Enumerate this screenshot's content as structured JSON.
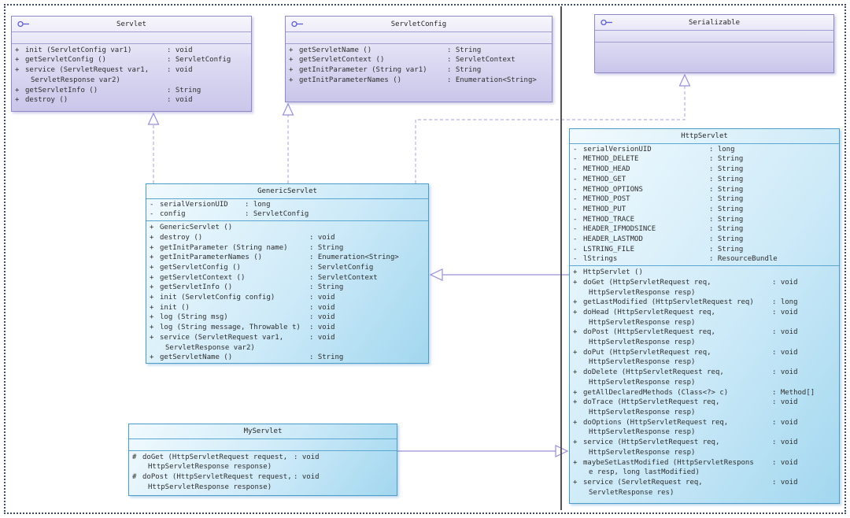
{
  "diagram": {
    "kind": "uml-class-diagram",
    "accent_colors": {
      "interface_border": "#8c89c6",
      "interface_fill": "#dedcf3",
      "class_border": "#4a9dcb",
      "class_fill": "#cdeaf8",
      "relation_line": "#988fd8",
      "frame_border": "#3c4a6e"
    },
    "classes": [
      {
        "id": "servlet",
        "stereotype": "interface",
        "name": "Servlet",
        "attributes": [],
        "methods": [
          {
            "v": "+",
            "s": [
              "init (ServletConfig var1)"
            ],
            "t": "void"
          },
          {
            "v": "+",
            "s": [
              "getServletConfig ()"
            ],
            "t": "ServletConfig"
          },
          {
            "v": "+",
            "s": [
              "service (ServletRequest var1,",
              "ServletResponse var2)"
            ],
            "t": "void"
          },
          {
            "v": "+",
            "s": [
              "getServletInfo ()"
            ],
            "t": "String"
          },
          {
            "v": "+",
            "s": [
              "destroy ()"
            ],
            "t": "void"
          }
        ]
      },
      {
        "id": "servletconfig",
        "stereotype": "interface",
        "name": "ServletConfig",
        "attributes": [],
        "methods": [
          {
            "v": "+",
            "s": [
              "getServletName ()"
            ],
            "t": "String"
          },
          {
            "v": "+",
            "s": [
              "getServletContext ()"
            ],
            "t": "ServletContext"
          },
          {
            "v": "+",
            "s": [
              "getInitParameter (String var1)"
            ],
            "t": "String"
          },
          {
            "v": "+",
            "s": [
              "getInitParameterNames ()"
            ],
            "t": "Enumeration<String>"
          }
        ]
      },
      {
        "id": "serializable",
        "stereotype": "interface",
        "name": "Serializable",
        "attributes": [],
        "methods": []
      },
      {
        "id": "genericservlet",
        "stereotype": "class",
        "name": "GenericServlet",
        "attributes": [
          {
            "v": "-",
            "s": [
              "serialVersionUID"
            ],
            "t": "long"
          },
          {
            "v": "-",
            "s": [
              "config"
            ],
            "t": "ServletConfig"
          }
        ],
        "methods": [
          {
            "v": "+",
            "s": [
              "GenericServlet ()"
            ],
            "t": ""
          },
          {
            "v": "+",
            "s": [
              "destroy ()"
            ],
            "t": "void"
          },
          {
            "v": "+",
            "s": [
              "getInitParameter (String name)"
            ],
            "t": "String"
          },
          {
            "v": "+",
            "s": [
              "getInitParameterNames ()"
            ],
            "t": "Enumeration<String>"
          },
          {
            "v": "+",
            "s": [
              "getServletConfig ()"
            ],
            "t": "ServletConfig"
          },
          {
            "v": "+",
            "s": [
              "getServletContext ()"
            ],
            "t": "ServletContext"
          },
          {
            "v": "+",
            "s": [
              "getServletInfo ()"
            ],
            "t": "String"
          },
          {
            "v": "+",
            "s": [
              "init (ServletConfig config)"
            ],
            "t": "void"
          },
          {
            "v": "+",
            "s": [
              "init ()"
            ],
            "t": "void"
          },
          {
            "v": "+",
            "s": [
              "log (String msg)"
            ],
            "t": "void"
          },
          {
            "v": "+",
            "s": [
              "log (String message, Throwable t)"
            ],
            "t": "void"
          },
          {
            "v": "+",
            "s": [
              "service (ServletRequest var1,",
              "ServletResponse var2)"
            ],
            "t": "void"
          },
          {
            "v": "+",
            "s": [
              "getServletName ()"
            ],
            "t": "String"
          }
        ]
      },
      {
        "id": "httpservlet",
        "stereotype": "class",
        "name": "HttpServlet",
        "attributes": [
          {
            "v": "-",
            "s": [
              "serialVersionUID"
            ],
            "t": "long"
          },
          {
            "v": "-",
            "s": [
              "METHOD_DELETE"
            ],
            "t": "String"
          },
          {
            "v": "-",
            "s": [
              "METHOD_HEAD"
            ],
            "t": "String"
          },
          {
            "v": "-",
            "s": [
              "METHOD_GET"
            ],
            "t": "String"
          },
          {
            "v": "-",
            "s": [
              "METHOD_OPTIONS"
            ],
            "t": "String"
          },
          {
            "v": "-",
            "s": [
              "METHOD_POST"
            ],
            "t": "String"
          },
          {
            "v": "-",
            "s": [
              "METHOD_PUT"
            ],
            "t": "String"
          },
          {
            "v": "-",
            "s": [
              "METHOD_TRACE"
            ],
            "t": "String"
          },
          {
            "v": "-",
            "s": [
              "HEADER_IFMODSINCE"
            ],
            "t": "String"
          },
          {
            "v": "-",
            "s": [
              "HEADER_LASTMOD"
            ],
            "t": "String"
          },
          {
            "v": "-",
            "s": [
              "LSTRING_FILE"
            ],
            "t": "String"
          },
          {
            "v": "-",
            "s": [
              "lStrings"
            ],
            "t": "ResourceBundle"
          }
        ],
        "methods": [
          {
            "v": "+",
            "s": [
              "HttpServlet ()"
            ],
            "t": ""
          },
          {
            "v": "+",
            "s": [
              "doGet (HttpServletRequest req,",
              "HttpServletResponse resp)"
            ],
            "t": "void"
          },
          {
            "v": "+",
            "s": [
              "getLastModified (HttpServletRequest req)"
            ],
            "t": "long"
          },
          {
            "v": "+",
            "s": [
              "doHead (HttpServletRequest req,",
              "HttpServletResponse resp)"
            ],
            "t": "void"
          },
          {
            "v": "+",
            "s": [
              "doPost (HttpServletRequest req,",
              "HttpServletResponse resp)"
            ],
            "t": "void"
          },
          {
            "v": "+",
            "s": [
              "doPut (HttpServletRequest req,",
              "HttpServletResponse resp)"
            ],
            "t": "void"
          },
          {
            "v": "+",
            "s": [
              "doDelete (HttpServletRequest req,",
              "HttpServletResponse resp)"
            ],
            "t": "void"
          },
          {
            "v": "+",
            "s": [
              "getAllDeclaredMethods (Class<?> c)"
            ],
            "t": "Method[]"
          },
          {
            "v": "+",
            "s": [
              "doTrace (HttpServletRequest req,",
              "HttpServletResponse resp)"
            ],
            "t": "void"
          },
          {
            "v": "+",
            "s": [
              "doOptions (HttpServletRequest req,",
              "HttpServletResponse resp)"
            ],
            "t": "void"
          },
          {
            "v": "+",
            "s": [
              "service (HttpServletRequest req,",
              "HttpServletResponse resp)"
            ],
            "t": "void"
          },
          {
            "v": "+",
            "s": [
              "maybeSetLastModified (HttpServletRespons",
              "e resp, long lastModified)"
            ],
            "t": "void"
          },
          {
            "v": "+",
            "s": [
              "service (ServletRequest req,",
              "ServletResponse res)"
            ],
            "t": "void"
          }
        ]
      },
      {
        "id": "myservlet",
        "stereotype": "class",
        "name": "MyServlet",
        "attributes": [],
        "methods": [
          {
            "v": "#",
            "s": [
              "doGet (HttpServletRequest request,",
              "HttpServletResponse response)"
            ],
            "t": "void"
          },
          {
            "v": "#",
            "s": [
              "doPost (HttpServletRequest request,",
              "HttpServletResponse response)"
            ],
            "t": "void"
          }
        ]
      }
    ],
    "relations": [
      {
        "from": "GenericServlet",
        "to": "Servlet",
        "type": "realization"
      },
      {
        "from": "GenericServlet",
        "to": "ServletConfig",
        "type": "realization"
      },
      {
        "from": "GenericServlet",
        "to": "Serializable",
        "type": "realization"
      },
      {
        "from": "HttpServlet",
        "to": "GenericServlet",
        "type": "generalization"
      },
      {
        "from": "MyServlet",
        "to": "HttpServlet",
        "type": "generalization"
      }
    ]
  }
}
